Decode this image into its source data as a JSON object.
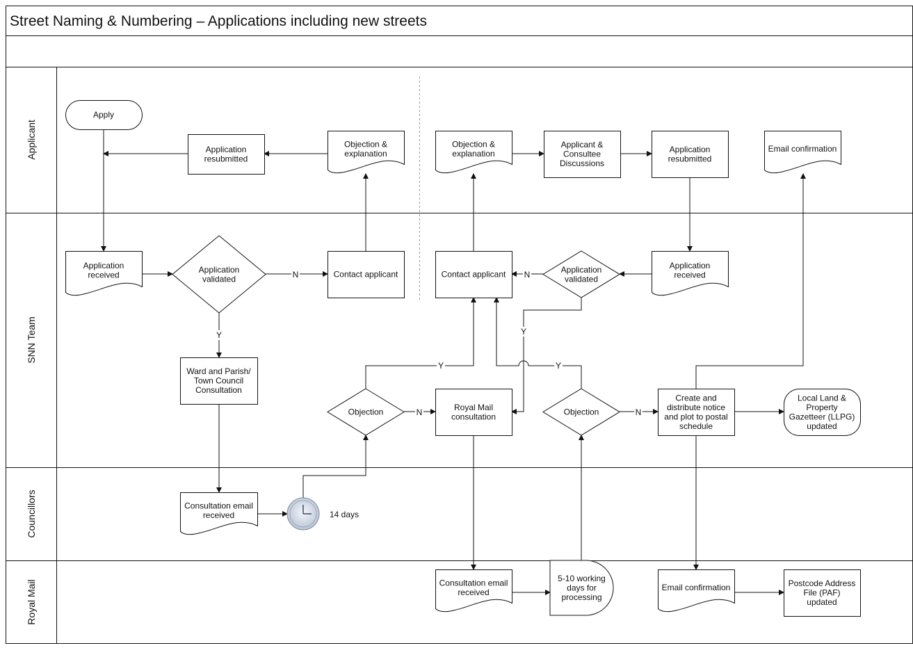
{
  "title": "Street Naming & Numbering – Applications including new streets",
  "lanes": [
    {
      "id": "applicant",
      "label": "Applicant"
    },
    {
      "id": "snn",
      "label": "SNN Team"
    },
    {
      "id": "councillors",
      "label": "Councillors"
    },
    {
      "id": "royalmail",
      "label": "Royal Mail"
    }
  ],
  "nodes": [
    {
      "id": "apply",
      "shape": "terminator",
      "lines": [
        "Apply"
      ]
    },
    {
      "id": "app-resub-1",
      "shape": "process",
      "lines": [
        "Application",
        "resubmitted"
      ]
    },
    {
      "id": "objection-expl-1",
      "shape": "document",
      "lines": [
        "Objection &",
        "explanation"
      ]
    },
    {
      "id": "objection-expl-2",
      "shape": "document",
      "lines": [
        "Objection &",
        "explanation"
      ]
    },
    {
      "id": "applicant-consultee",
      "shape": "process",
      "lines": [
        "Applicant &",
        "Consultee",
        "Discussions"
      ]
    },
    {
      "id": "app-resub-2",
      "shape": "process",
      "lines": [
        "Application",
        "resubmitted"
      ]
    },
    {
      "id": "email-confirm-1",
      "shape": "document",
      "lines": [
        "Email confirmation"
      ]
    },
    {
      "id": "app-received-1",
      "shape": "document",
      "lines": [
        "Application",
        "received"
      ]
    },
    {
      "id": "app-validated-1",
      "shape": "decision",
      "lines": [
        "Application",
        "validated"
      ]
    },
    {
      "id": "contact-applicant-1",
      "shape": "process",
      "lines": [
        "Contact applicant"
      ]
    },
    {
      "id": "contact-applicant-2",
      "shape": "process",
      "lines": [
        "Contact applicant"
      ]
    },
    {
      "id": "app-validated-2",
      "shape": "decision",
      "lines": [
        "Application",
        "validated"
      ]
    },
    {
      "id": "app-received-2",
      "shape": "document",
      "lines": [
        "Application",
        "received"
      ]
    },
    {
      "id": "ward-parish",
      "shape": "process",
      "lines": [
        "Ward and Parish/",
        "Town Council",
        "Consultation"
      ]
    },
    {
      "id": "objection-1",
      "shape": "decision",
      "lines": [
        "Objection"
      ]
    },
    {
      "id": "royal-mail-consult",
      "shape": "process",
      "lines": [
        "Royal Mail",
        "consultation"
      ]
    },
    {
      "id": "objection-2",
      "shape": "decision",
      "lines": [
        "Objection"
      ]
    },
    {
      "id": "create-distribute",
      "shape": "process",
      "lines": [
        "Create and",
        "distribute notice",
        "and plot to postal",
        "schedule"
      ]
    },
    {
      "id": "llpg",
      "shape": "terminator",
      "lines": [
        "Local Land &",
        "Property",
        "Gazetteer (LLPG)",
        "updated"
      ]
    },
    {
      "id": "consult-email-1",
      "shape": "document",
      "lines": [
        "Consultation email",
        "received"
      ]
    },
    {
      "id": "clock",
      "shape": "timer",
      "lines": []
    },
    {
      "id": "days-14",
      "shape": "label",
      "lines": [
        "14 days"
      ]
    },
    {
      "id": "consult-email-2",
      "shape": "document",
      "lines": [
        "Consultation email",
        "received"
      ]
    },
    {
      "id": "working-days",
      "shape": "delay",
      "lines": [
        "5-10 working",
        "days for",
        "processing"
      ]
    },
    {
      "id": "email-confirm-2",
      "shape": "document",
      "lines": [
        "Email confirmation"
      ]
    },
    {
      "id": "paf",
      "shape": "process",
      "lines": [
        "Postcode Address",
        "File (PAF)",
        "updated"
      ]
    }
  ],
  "edge_labels": {
    "no": "N",
    "yes": "Y"
  }
}
